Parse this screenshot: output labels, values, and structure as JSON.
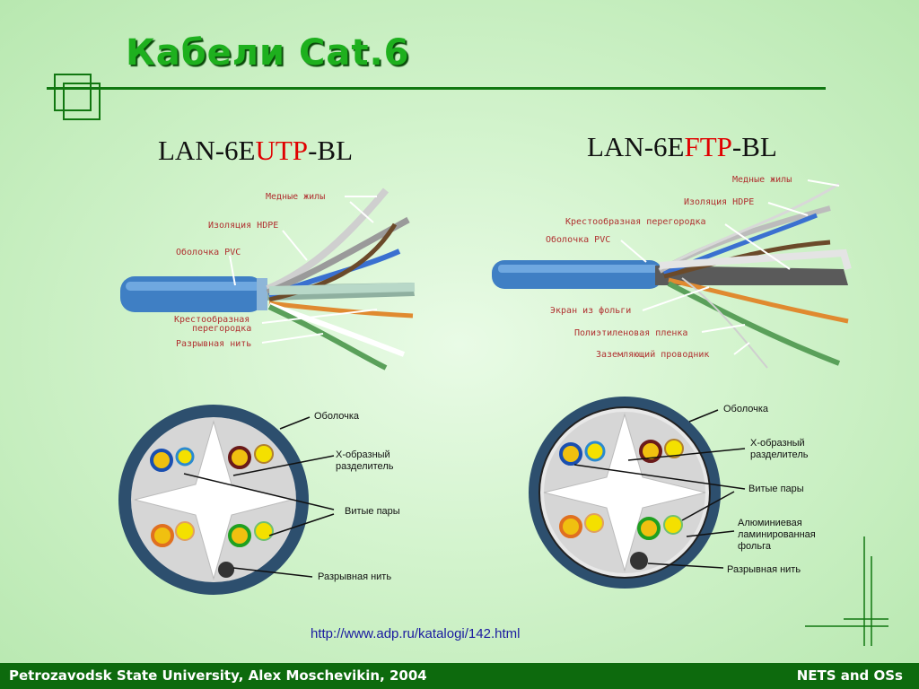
{
  "title": "Кабели Cat.6",
  "left": {
    "model_prefix": "LAN-6E",
    "model_highlight": "UTP",
    "model_suffix": "-BL",
    "cable_labels": [
      "Медные жилы",
      "Изоляция HDPE",
      "Оболочка PVC",
      "Крестообразная",
      "перегородка",
      "Разрывная нить"
    ],
    "cross_labels": [
      "Оболочка",
      "Х-образный",
      "разделитель",
      "Витые пары",
      "Разрывная нить"
    ]
  },
  "right": {
    "model_prefix": "LAN-6E",
    "model_highlight": "FTP",
    "model_suffix": "-BL",
    "cable_labels": [
      "Медные жилы",
      "Изоляция HDPE",
      "Крестообразная перегородка",
      "Оболочка PVC",
      "Экран из фольги",
      "Полиэтиленовая пленка",
      "Заземляющий проводник"
    ],
    "cross_labels": [
      "Оболочка",
      "Х-образный",
      "разделитель",
      "Витые пары",
      "Алюминиевая",
      "ламинированная",
      "фольга",
      "Разрывная нить"
    ]
  },
  "url": "http://www.adp.ru/katalogi/142.html",
  "footer": {
    "left": "Petrozavodsk State University, Alex Moschevikin, 2004",
    "right": "NETS and OSs"
  },
  "colors": {
    "accent": "#1eb01e",
    "footer_bg": "#0d6a0d",
    "highlight": "#e00000"
  }
}
